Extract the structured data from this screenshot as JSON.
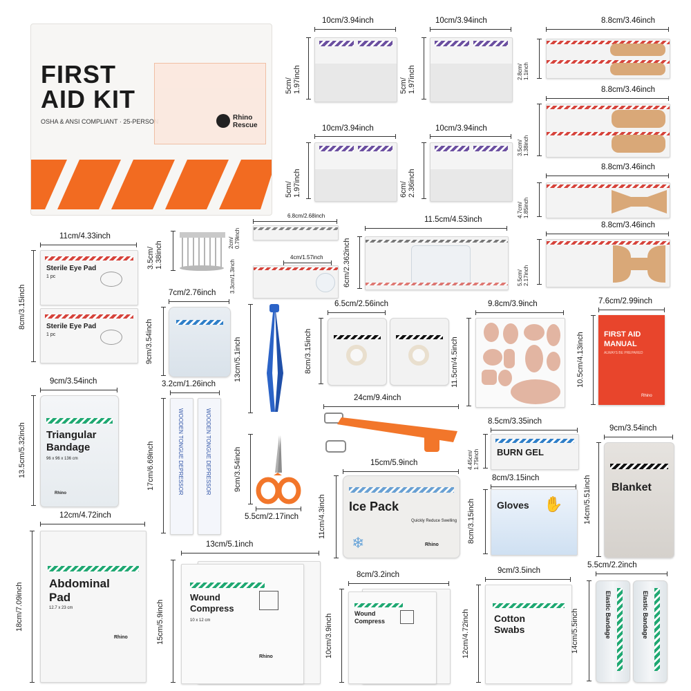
{
  "kit": {
    "title_line1": "FIRST",
    "title_line2": "AID KIT",
    "subtitle": "OSHA & ANSI COMPLIANT · 25-PERSON",
    "brand_line1": "Rhino",
    "brand_line2": "Rescue",
    "accent": "#f26b21"
  },
  "dims": {
    "pad_a_w": "10cm/3.94inch",
    "pad_a_h": "5cm/\n1.97inch",
    "pad_b_w": "10cm/3.94inch",
    "pad_b_h": "5cm/\n1.97inch",
    "pad_c_w": "10cm/3.94inch",
    "pad_c_h": "5cm/\n1.97inch",
    "pad_d_w": "10cm/3.94inch",
    "pad_d_h": "6cm/\n2.36inch",
    "band1_w": "8.8cm/3.46inch",
    "band1_h": "2.8cm/\n1.1inch",
    "band2_w": "8.8cm/3.46inch",
    "band2_h": "3.5cm/\n1.38inch",
    "band3_w": "8.8cm/3.46inch",
    "band3_h": "4.7cm/\n1.85inch",
    "band4_w": "8.8cm/3.46inch",
    "band4_h": "5.5cm/\n2.17inch",
    "eye_w": "11cm/4.33inch",
    "eye_h": "8cm/3.15inch",
    "pin_h": "3.5cm/\n1.38inch",
    "strip1_w": "6.8cm/2.68inch",
    "strip1_h": "2cm/\n0.79inch",
    "strip2_w": "4cm/1.57inch",
    "strip2_h": "3.3cm/1.3inch",
    "large_w": "11.5cm/4.53inch",
    "large_h": "6cm/2.362inch",
    "bag_w": "7cm/2.76inch",
    "bag_h": "9cm/3.54inch",
    "tweezer_h": "13cm/5.1inch",
    "tape_w": "6.5cm/2.56inch",
    "tape_h": "8cm/3.15inch",
    "blister_w": "9.8cm/3.9inch",
    "blister_h": "11.5cm/4.5inch",
    "manual_w": "7.6cm/2.99inch",
    "manual_h": "10.5cm/4.13inch",
    "tri_w": "9cm/3.54inch",
    "tri_h": "13.5cm/5.32inch",
    "depressor_w": "3.2cm/1.26inch",
    "depressor_h": "17cm/6.69inch",
    "scissor_h": "9cm/3.54inch",
    "scissor_w": "5.5cm/2.17inch",
    "tourniquet_w": "24cm/9.4inch",
    "burn_w": "8.5cm/3.35inch",
    "burn_h": "4.45cm/\n1.75inch",
    "blanket_w": "9cm/3.54inch",
    "blanket_h": "14cm/5.51inch",
    "ice_w": "15cm/5.9inch",
    "ice_h": "11cm/4.3inch",
    "gloves_w": "8cm/3.15inch",
    "gloves_h": "8cm/3.15inch",
    "abd_w": "12cm/4.72inch",
    "abd_h": "18cm/7.09inch",
    "wound_w": "13cm/5.1inch",
    "wound_h": "15cm/5.9inch",
    "wcs_w": "8cm/3.2inch",
    "wcs_h": "10cm/3.9inch",
    "cotton_w": "9cm/3.5inch",
    "cotton_h": "12cm/4.72inch",
    "elastic_w": "5.5cm/2.2inch",
    "elastic_h": "14cm/5.5inch"
  },
  "items": {
    "eye_pad": "Sterile Eye Pad",
    "eye_pad_qty": "1 pc",
    "manual_line1": "FIRST AID",
    "manual_line2": "MANUAL",
    "manual_tag": "ALWAYS BE PREPARED",
    "tri_line1": "Triangular",
    "tri_line2": "Bandage",
    "tri_size": "96 x 96 x 136 cm",
    "depressor": "WOODEN TONGUE DEPRESSOR",
    "burn_gel": "BURN GEL",
    "blanket": "Blanket",
    "ice_pack": "Ice Pack",
    "ice_sub": "Quickly Reduce Swelling",
    "gloves": "Gloves",
    "abd_line1": "Abdominal",
    "abd_line2": "Pad",
    "abd_size": "12.7 x 23 cm",
    "wound_line1": "Wound",
    "wound_line2": "Compress",
    "wound_size": "10 x 12 cm",
    "wcs_line1": "Wound",
    "wcs_line2": "Compress",
    "cotton_line1": "Cotton",
    "cotton_line2": "Swabs",
    "elastic": "Elastic Bandage",
    "brand_line1": "Rhino",
    "brand_line2": "Rescue"
  }
}
